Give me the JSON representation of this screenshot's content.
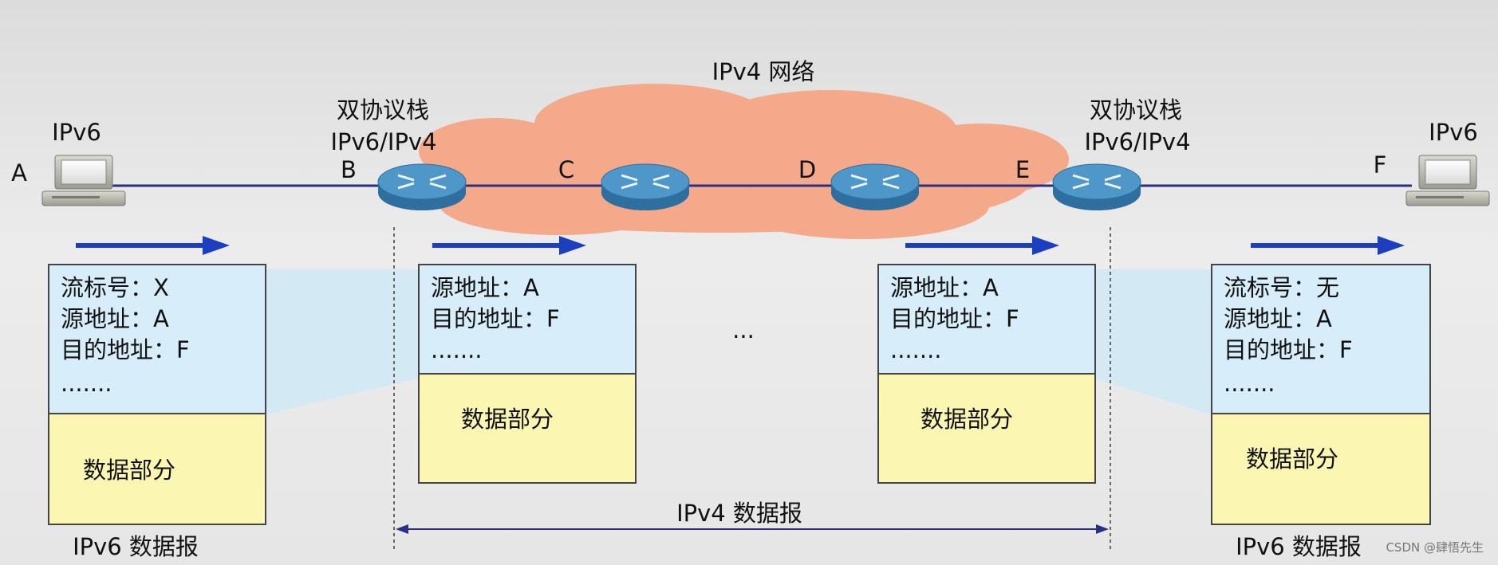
{
  "network_label": "IPv4 网络",
  "hosts": {
    "left": {
      "proto": "IPv6",
      "name": "A"
    },
    "right": {
      "proto": "IPv6",
      "name": "F"
    }
  },
  "dual_stack": {
    "left": {
      "title": "双协议栈",
      "proto": "IPv6/IPv4"
    },
    "right": {
      "title": "双协议栈",
      "proto": "IPv6/IPv4"
    }
  },
  "nodes": [
    "B",
    "C",
    "D",
    "E"
  ],
  "packets": [
    {
      "lines": [
        "流标号：X",
        "源地址：A",
        "目的地址：F",
        "......."
      ],
      "data_label": "数据部分"
    },
    {
      "lines": [
        "源地址：A",
        "目的地址：F",
        "......."
      ],
      "data_label": "数据部分"
    },
    {
      "lines": [
        "源地址：A",
        "目的地址：F",
        "......."
      ],
      "data_label": "数据部分"
    },
    {
      "lines": [
        "流标号：无",
        "源地址：A",
        "目的地址：F",
        "......."
      ],
      "data_label": "数据部分"
    }
  ],
  "ellipsis": "...",
  "captions": {
    "ipv6_left": "IPv6 数据报",
    "ipv4_middle": "IPv4 数据报",
    "ipv6_right": "IPv6 数据报"
  },
  "watermark": "CSDN @肆悟先生",
  "colors": {
    "cloud": "#f4a98a",
    "link": "#2a2f86",
    "arrow": "#1b3fbf",
    "header_fill": "#d7eefa",
    "data_fill": "#fbf6b2",
    "router_top": "#4f97c8",
    "router_side": "#2f6f9f"
  }
}
